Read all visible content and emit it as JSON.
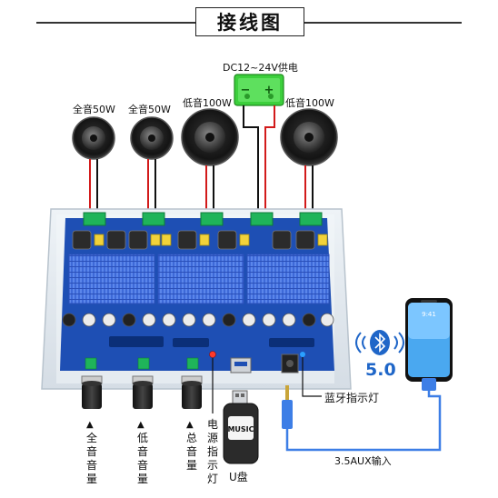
{
  "title": "接线图",
  "power_label": "DC12~24V供电",
  "power_terminal": {
    "minus": "−",
    "plus": "+"
  },
  "speakers": [
    {
      "label": "全音50W"
    },
    {
      "label": "全音50W"
    },
    {
      "label": "低音100W"
    },
    {
      "label": "低音100W"
    }
  ],
  "knobs": [
    {
      "label": "全音音量"
    },
    {
      "label": "低音音量"
    },
    {
      "label": "总音量"
    }
  ],
  "knob_arrow": "▲",
  "power_indicator_label": "电源指示灯",
  "usb_label": "U盘",
  "usb_music_label": "MUSIC",
  "bluetooth_version": "5.0",
  "bluetooth_indicator_label": "蓝牙指示灯",
  "aux_label": "3.5AUX输入",
  "phone_time": "9:41",
  "colors": {
    "board_blue": "#1e4fb4",
    "heatsink_blue": "#3d69d8",
    "wire_red": "#d21a1a",
    "wire_black": "#111111",
    "terminal_green": "#1fb45a",
    "power_green": "#3ccf3c",
    "bt_blue": "#1f66c8",
    "cable_blue": "#3d7ee6"
  }
}
